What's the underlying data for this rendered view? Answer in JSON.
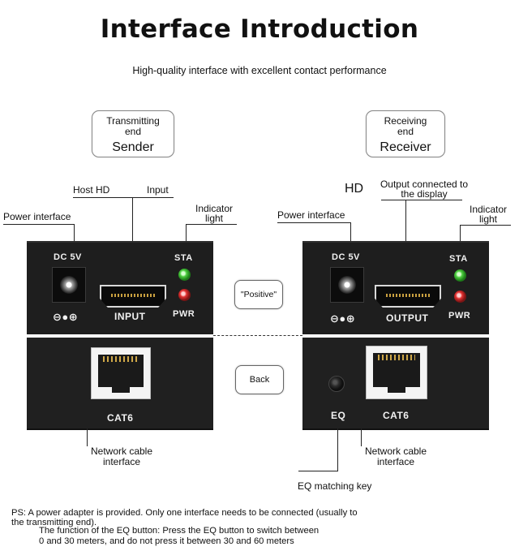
{
  "title": "Interface Introduction",
  "subtitle": "High-quality interface with excellent contact performance",
  "sender": {
    "box_small": "Transmitting end",
    "box_big": "Sender",
    "label_host_hd": "Host HD",
    "label_input": "Input",
    "label_power": "Power interface",
    "label_indicator": "Indicator light",
    "label_network": "Network cable interface",
    "dc_label": "DC 5V",
    "port_label": "INPUT",
    "sta_label": "STA",
    "pwr_label": "PWR",
    "polarity_symbol": "⊖●⊕",
    "cat_label": "CAT6"
  },
  "receiver": {
    "box_small": "Receiving end",
    "box_big": "Receiver",
    "label_hd": "HD",
    "label_output": "Output connected to the display",
    "label_power": "Power interface",
    "label_indicator": "Indicator light",
    "label_network": "Network cable interface",
    "label_eq_key": "EQ matching key",
    "dc_label": "DC 5V",
    "port_label": "OUTPUT",
    "sta_label": "STA",
    "pwr_label": "PWR",
    "polarity_symbol": "⊖●⊕",
    "eq_label": "EQ",
    "cat_label": "CAT6"
  },
  "buttons": {
    "positive": "\"Positive\"",
    "back": "Back"
  },
  "notes": {
    "line1": "PS: A power adapter is provided. Only one interface needs to be connected (usually to",
    "line2": "the transmitting end).",
    "line3": "The function of the EQ button: Press the EQ button to switch between",
    "line4": "0 and 30 meters, and do not press it between 30 and 60 meters"
  },
  "colors": {
    "device_body": "#1c1c1c",
    "led_sta": "#4ccd3e",
    "led_pwr": "#e23030",
    "text": "#111111",
    "background": "#ffffff"
  },
  "icons": {
    "dc_jack": "dc-power-jack-icon",
    "hdmi_port": "hdmi-port-icon",
    "rj45_port": "rj45-port-icon",
    "sta_led": "green-led-icon",
    "pwr_led": "red-led-icon",
    "eq_button": "eq-push-button-icon"
  }
}
